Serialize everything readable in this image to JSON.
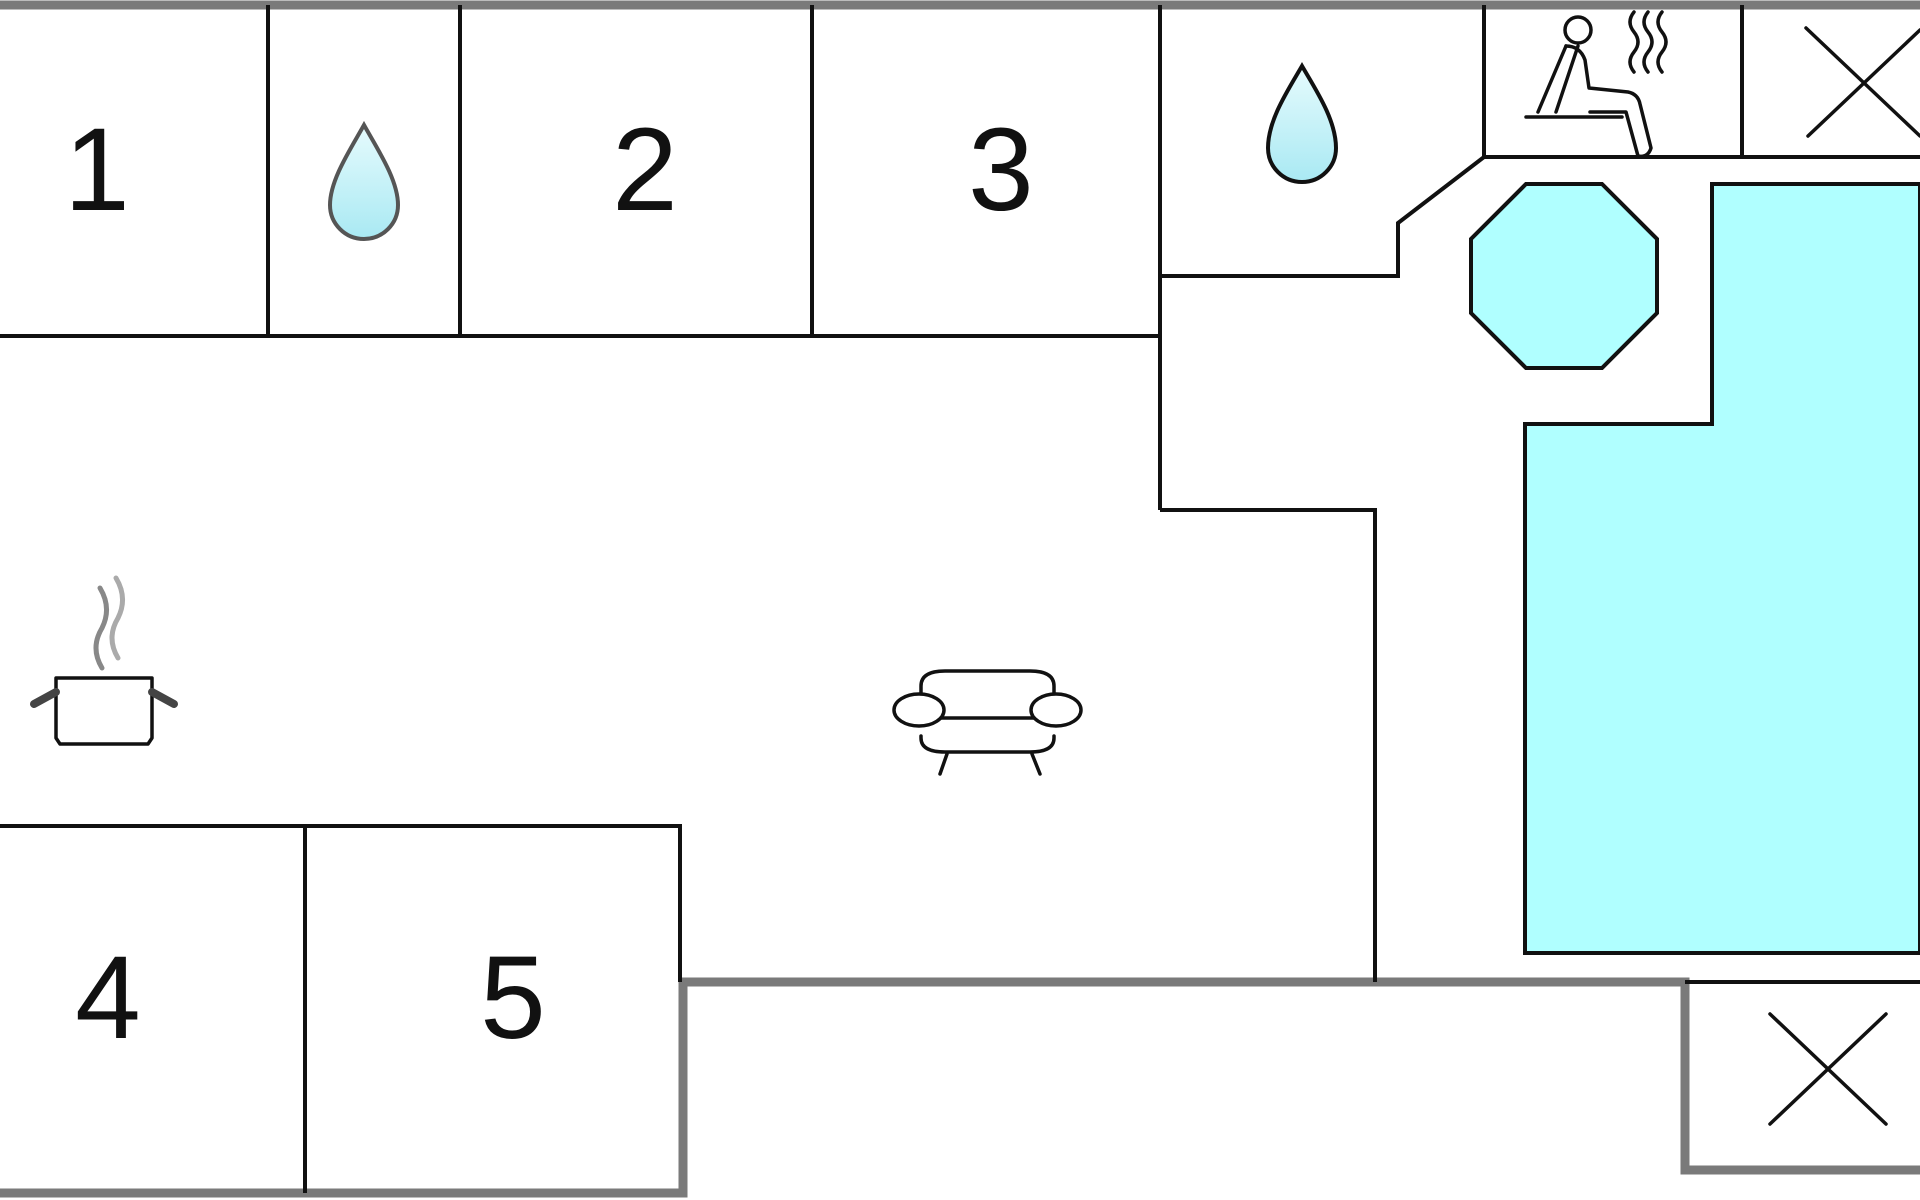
{
  "floorplan": {
    "rooms": [
      {
        "label": "1"
      },
      {
        "label": "2"
      },
      {
        "label": "3"
      },
      {
        "label": "4"
      },
      {
        "label": "5"
      }
    ],
    "icons": {
      "bathroom_1": "water-drop-icon",
      "bathroom_2": "water-drop-icon",
      "sauna": "sauna-icon",
      "hot_tub": "hot-tub-icon",
      "pool": "swimming-pool",
      "kitchen": "cooking-pot-icon",
      "living_room": "sofa-icon",
      "terrace_1": "cross-icon",
      "terrace_2": "cross-icon"
    },
    "colors": {
      "water": "#b0ffff",
      "drop": "#c8f4fb",
      "wall": "#111111",
      "outer_wall": "#7a7a7a"
    }
  }
}
